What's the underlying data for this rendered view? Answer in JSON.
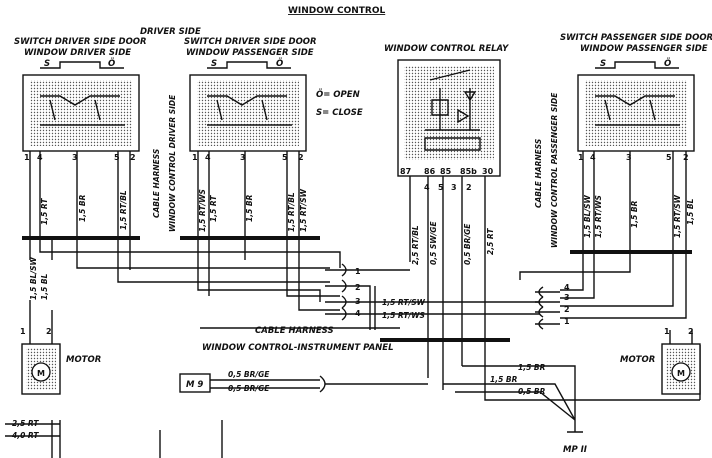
{
  "title": "WINDOW CONTROL",
  "driver_side": "DRIVER SIDE",
  "switch_driver_driver": [
    "SWITCH DRIVER SIDE DOOR",
    "WINDOW DRIVER SIDE"
  ],
  "switch_driver_passenger": [
    "SWITCH DRIVER SIDE DOOR",
    "WINDOW PASSENGER SIDE"
  ],
  "relay": "WINDOW CONTROL RELAY",
  "switch_passenger": [
    "SWITCH PASSENGER SIDE DOOR",
    "WINDOW PASSENGER SIDE"
  ],
  "legend": {
    "open": "Ö= OPEN",
    "close": "S= CLOSE"
  },
  "switch_symbols": {
    "s": "S",
    "o": "Ö"
  },
  "cable_harness": "CABLE HARNESS",
  "wc_driver_side": "WINDOW CONTROL DRIVER SIDE",
  "wc_passenger_side": "WINDOW CONTROL PASSENGER SIDE",
  "wc_instrument_panel": "WINDOW CONTROL-INSTRUMENT PANEL",
  "motor": "MOTOR",
  "m9": "M 9",
  "mp2": "MP II",
  "pins_switch": [
    "1",
    "4",
    "3",
    "5",
    "2"
  ],
  "pins_relay": [
    "87",
    "86",
    "85",
    "85b",
    "30"
  ],
  "pins_relay_low": [
    "4",
    "5",
    "3",
    "2"
  ],
  "motor_pins": [
    "1",
    "2"
  ],
  "conn_left": [
    "1",
    "2",
    "3",
    "4"
  ],
  "conn_right": [
    "4",
    "3",
    "2",
    "1"
  ],
  "wires_sw1": [
    "1,5 RT",
    "1,5 BR",
    "1,5 RT/BL"
  ],
  "wires_sw2": [
    "1,5 RT/WS",
    "1,5 RT",
    "1,5 BR",
    "1,5 RT/BL",
    "1,5 RT/SW"
  ],
  "wires_relay": [
    "2,5 RT/BL",
    "0,5 SW/GE",
    "0,5 BR/GE",
    "2,5 RT"
  ],
  "wires_pass": [
    "1,5 BL/SW",
    "1,5 RT/WS",
    "1,5 BR",
    "1,5 RT/SW",
    "1,5 BL"
  ],
  "wires_motor_left": [
    "1,5 BL/SW",
    "1,5 BL"
  ],
  "wires_mid": [
    "1,5 RT/SW",
    "1,5 RT/WS"
  ],
  "wires_m9": [
    "0,5 BR/GE",
    "0,5 BR/GE"
  ],
  "wires_ground": [
    "1,5 BR",
    "1,5 BR",
    "0,5 BR"
  ],
  "wires_bottom_left": [
    "2,5 RT",
    "4,0 RT"
  ]
}
